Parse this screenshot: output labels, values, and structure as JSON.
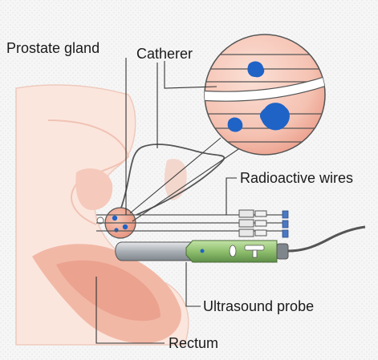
{
  "labels": {
    "prostate_gland": "Prostate gland",
    "catheter": "Catherer",
    "radioactive_wires": "Radioactive wires",
    "ultrasound_probe": "Ultrasound probe",
    "rectum": "Rectum"
  },
  "colors": {
    "background": "#f4f4f4",
    "tissue_light": "#f8d9cf",
    "tissue_mid": "#f0b8a8",
    "tissue_dark": "#e48d7a",
    "seed_blue": "#1f63c6",
    "probe_green": "#8fbf6e",
    "probe_gray": "#9aa0a6",
    "line": "#444444"
  }
}
